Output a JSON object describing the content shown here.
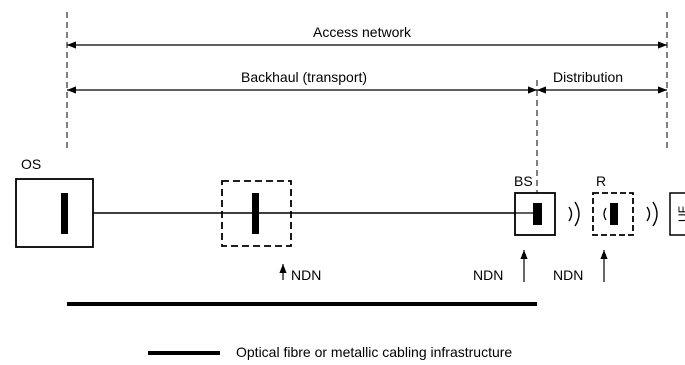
{
  "labels": {
    "access_network": "Access network",
    "backhaul": "Backhaul (transport)",
    "distribution": "Distribution",
    "os": "OS",
    "bs": "BS",
    "r": "R",
    "uf": "UF",
    "ndn": "NDN"
  },
  "legend": {
    "text": "Optical fibre or metallic cabling infrastructure"
  }
}
